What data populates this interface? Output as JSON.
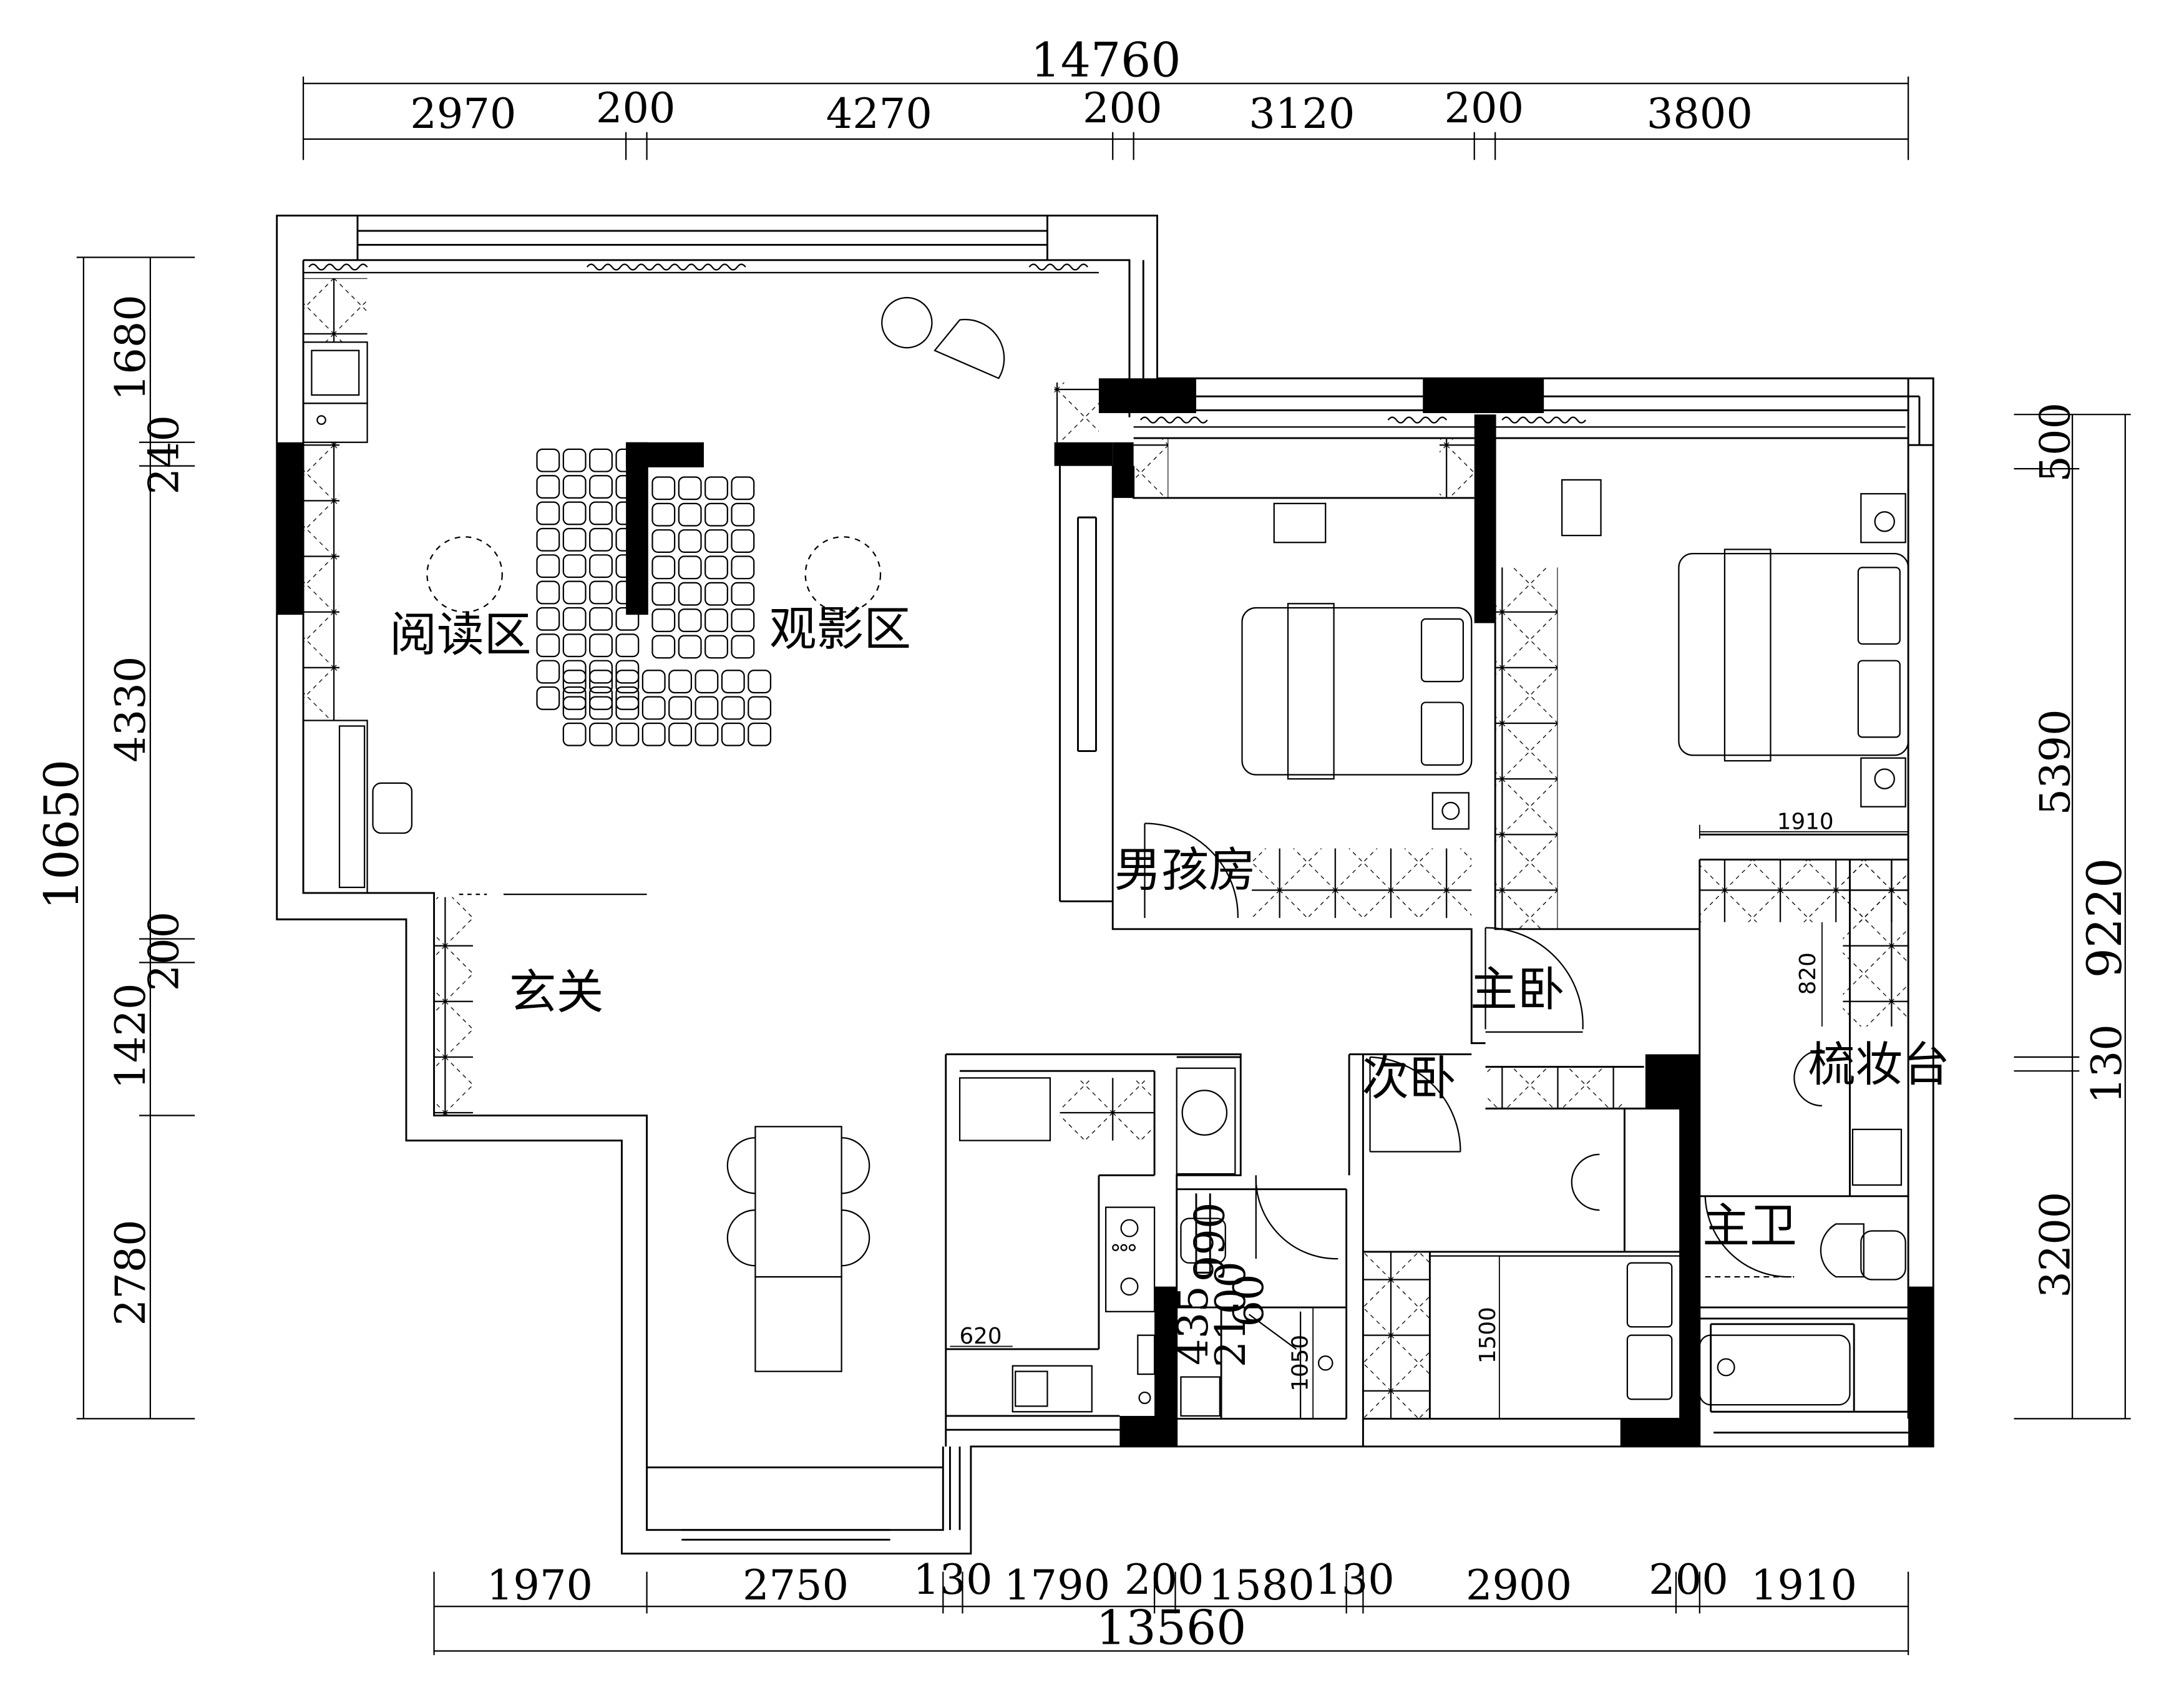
{
  "overall": {
    "top_total": "14760",
    "bottom_total": "13560",
    "left_total": "10650",
    "right_total": "9220"
  },
  "top_dims": [
    "2970",
    "200",
    "4270",
    "200",
    "3120",
    "200",
    "3800"
  ],
  "bottom_dims": [
    "1970",
    "2750",
    "130",
    "1790",
    "200",
    "1580",
    "130",
    "2900",
    "200",
    "1910"
  ],
  "left_dims": [
    "1680",
    "240",
    "4330",
    "200",
    "1420",
    "2780"
  ],
  "right_dims": [
    "500",
    "5390",
    "130",
    "3200"
  ],
  "inner_dims": {
    "wardrobe_1910": "1910",
    "vanity_820": "820",
    "kitchen_620": "620",
    "bath_990": "990",
    "bath_2100": "2100",
    "bath_60": "60",
    "bath_435": "435",
    "shower_1050": "1050",
    "bed_1500": "1500"
  },
  "rooms": {
    "reading": "阅读区",
    "movie": "观影区",
    "entry": "玄关",
    "boys_room": "男孩房",
    "master_bedroom": "主卧",
    "second_bedroom": "次卧",
    "master_bath": "主卫",
    "vanity": "梳妆台"
  },
  "colors": {
    "line": "#000000",
    "background": "#ffffff"
  }
}
